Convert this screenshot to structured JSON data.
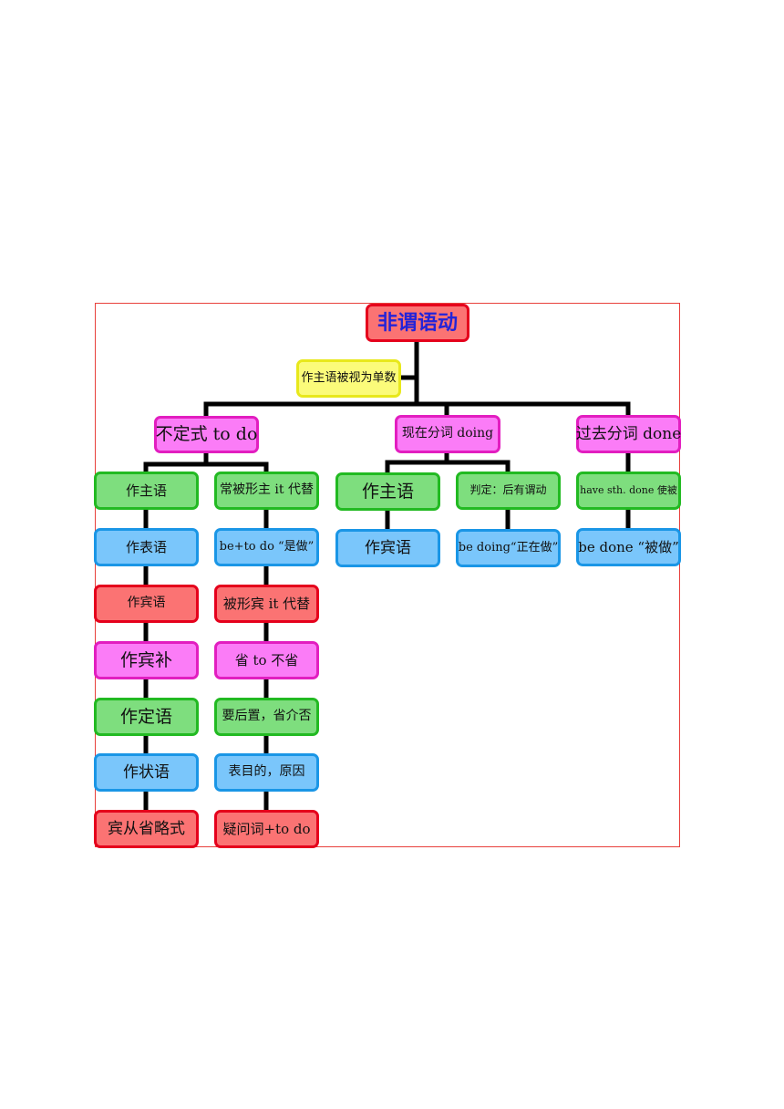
{
  "root": {
    "label": "非谓语动",
    "color": "#fb7373",
    "text_color": "#2323d8"
  },
  "note": {
    "label": "作主语被视为单数",
    "color": "#fbfb7a"
  },
  "branches": [
    {
      "label": "不定式 to do",
      "color": "#fb7cf7",
      "columns": [
        [
          "作主语",
          "作表语",
          "作宾语",
          "作宾补",
          "作定语",
          "作状语",
          "宾从省略式"
        ],
        [
          "常被形主 it 代替",
          "be+to do “是做”",
          "被形宾 it 代替",
          "省 to 不省",
          "要后置，省介否",
          "表目的，原因",
          "疑问词+to do"
        ]
      ]
    },
    {
      "label": "现在分词 doing",
      "color": "#fb7cf7",
      "columns": [
        [
          "作主语",
          "作宾语"
        ],
        [
          "判定：后有谓动",
          "be doing“正在做”"
        ]
      ]
    },
    {
      "label": "过去分词 done",
      "color": "#fb7cf7",
      "columns": [
        [
          "have sth. done 使被",
          "be done “被做”"
        ]
      ]
    }
  ],
  "colors": {
    "red": "#fb7373",
    "pink": "#fb7cf7",
    "green": "#7ede7e",
    "blue": "#7ac6fb",
    "yellow": "#fbfb7a",
    "frame": "#e8403c",
    "connector": "#000000"
  }
}
